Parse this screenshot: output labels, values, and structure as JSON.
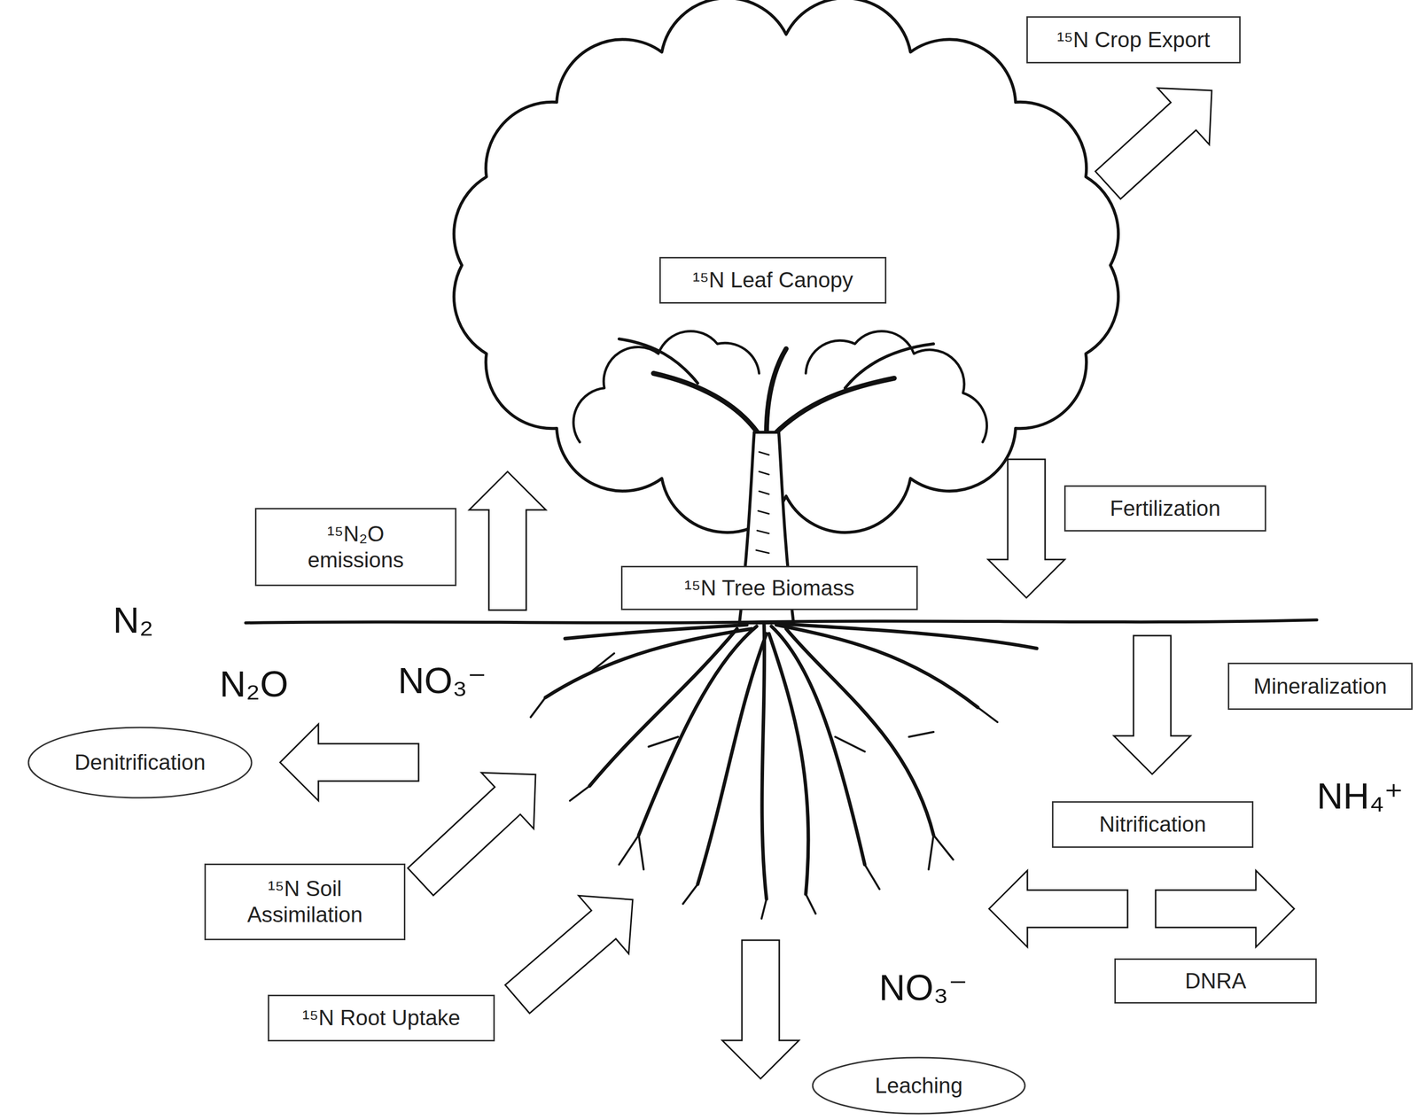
{
  "diagram": {
    "nodes": [
      {
        "text": [
          "¹⁵N Crop Export"
        ]
      },
      {
        "text": [
          "¹⁵N Leaf Canopy"
        ]
      },
      {
        "text": [
          "Fertilization"
        ]
      },
      {
        "text": [
          "¹⁵N₂O emissions"
        ]
      },
      {
        "text": [
          "¹⁵N Tree Biomass"
        ]
      },
      {
        "text": [
          "Mineralization"
        ]
      },
      {
        "text": [
          "Denitrification"
        ]
      },
      {
        "text": [
          "Nitrification"
        ]
      },
      {
        "text": [
          "¹⁵N Soil Assimilation"
        ]
      },
      {
        "text": [
          "DNRA"
        ]
      },
      {
        "text": [
          "¹⁵N Root Uptake"
        ]
      },
      {
        "text": [
          "Leaching"
        ]
      }
    ],
    "labels": [
      "N₂",
      "N₂O",
      "NO₃⁻",
      "NH₄⁺",
      "NO₃⁻"
    ]
  }
}
